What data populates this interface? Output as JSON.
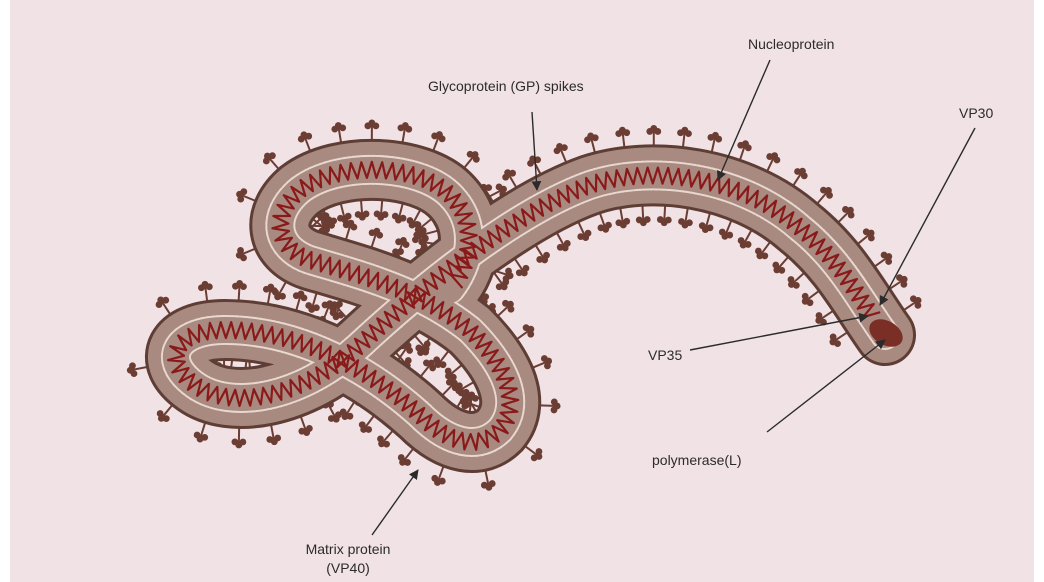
{
  "figure": {
    "labels": {
      "glycoprotein": "Glycoprotein (GP) spikes",
      "nucleoprotein": "Nucleoprotein",
      "vp30": "VP30",
      "vp35": "VP35",
      "polymerase": "polymerase(L)",
      "matrix_line1": "Matrix protein",
      "matrix_line2": "(VP40)"
    }
  },
  "colors": {
    "background": "#f1e2e6",
    "envelope_outline": "#5e3d34",
    "envelope_fill": "#a88a80",
    "inner_membrane": "#e9d8cf",
    "nucleocapsid": "#8a1a1a",
    "spike": "#6b3d33",
    "polymerase": "#7a2e26",
    "arrow": "#2b2b2b"
  }
}
